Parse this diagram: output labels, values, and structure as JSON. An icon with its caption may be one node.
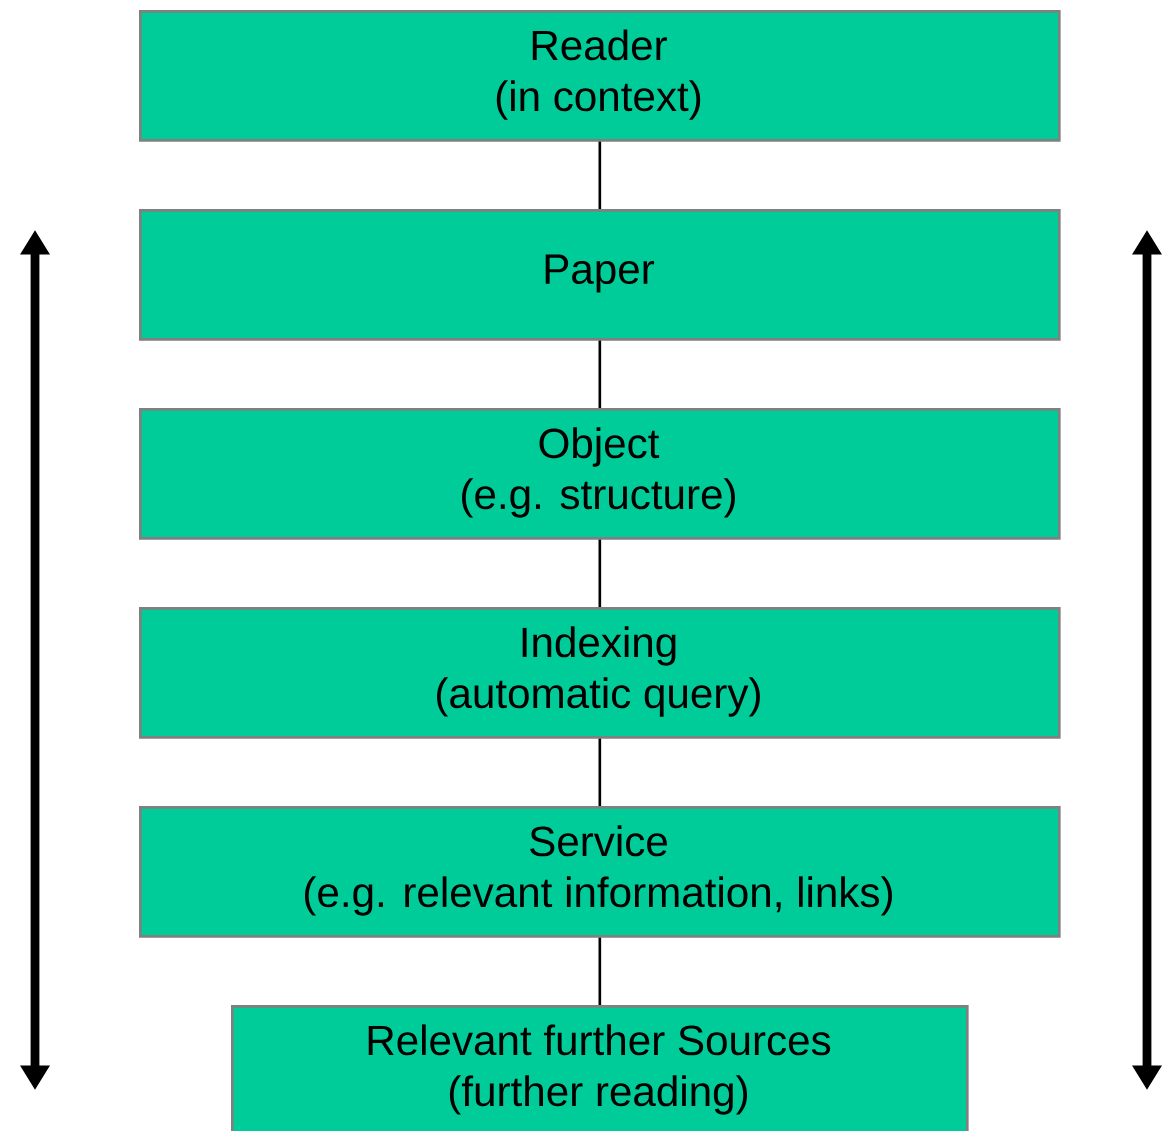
{
  "diagram": {
    "nodes": [
      {
        "text": [
          "Reader",
          "(in context)"
        ]
      },
      {
        "text": [
          "Paper"
        ]
      },
      {
        "text": [
          "Object",
          "(e.g. structure)"
        ]
      },
      {
        "text": [
          "Indexing",
          "(automatic query)"
        ]
      },
      {
        "text": [
          "Service",
          "(e.g. relevant information, links)"
        ]
      },
      {
        "text": [
          "Relevant further Sources",
          "(further reading)"
        ]
      }
    ],
    "edges": [
      {
        "from": 0,
        "to": 1,
        "arrow": "none"
      },
      {
        "from": 1,
        "to": 2,
        "arrow": "none"
      },
      {
        "from": 2,
        "to": 3,
        "arrow": "none"
      },
      {
        "from": 3,
        "to": 4,
        "arrow": "none"
      },
      {
        "from": 4,
        "to": 5,
        "arrow": "none"
      }
    ]
  }
}
